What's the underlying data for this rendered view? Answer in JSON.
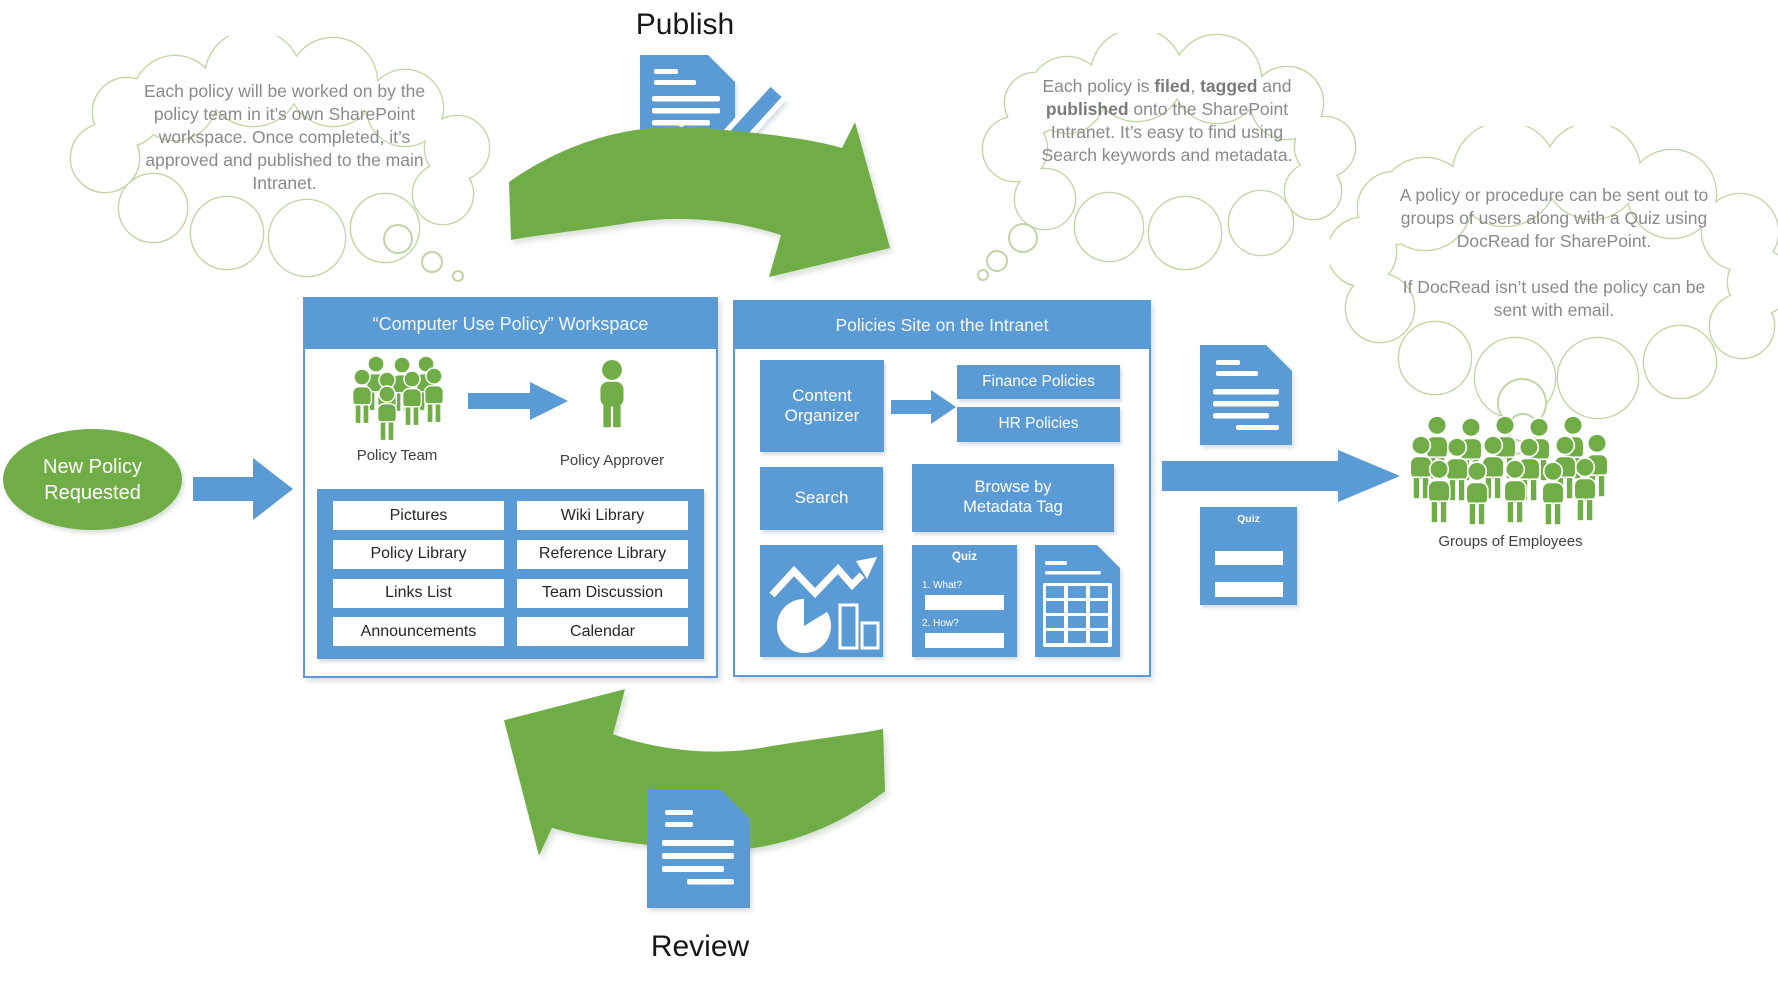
{
  "labels": {
    "publish": "Publish",
    "review": "Review"
  },
  "clouds": {
    "left": {
      "text": "Each policy will be worked on by the policy team in it’s own SharePoint workspace. Once completed, it’s approved and published to the main Intranet."
    },
    "right": {
      "p1": "Each policy is ",
      "b1": "filed",
      "p2": ", ",
      "b2": "tagged",
      "p3": " and ",
      "b3": "published",
      "p4": " onto the SharePoint Intranet. It’s easy to find using Search keywords and metadata."
    },
    "far_right": {
      "para1": "A policy or procedure can be sent out to groups of users along with a Quiz using DocRead for SharePoint.",
      "para2": "If DocRead isn’t used the policy can be sent with email."
    }
  },
  "start": {
    "label": "New Policy Requested"
  },
  "workspace": {
    "title": "“Computer Use Policy” Workspace",
    "policy_team_label": "Policy Team",
    "policy_approver_label": "Policy Approver",
    "lists": [
      "Pictures",
      "Wiki Library",
      "Policy Library",
      "Reference Library",
      "Links List",
      "Team Discussion",
      "Announcements",
      "Calendar"
    ]
  },
  "policies_site": {
    "title": "Policies Site on the Intranet",
    "content_organizer": "Content Organizer",
    "finance": "Finance Policies",
    "hr": "HR Policies",
    "search": "Search",
    "browse": "Browse by Metadata Tag",
    "quiz": {
      "title": "Quiz",
      "q1": "1. What?",
      "q2": "2. How?"
    }
  },
  "delivery": {
    "quiz_title": "Quiz",
    "employees_label": "Groups of Employees"
  },
  "colors": {
    "blue": "#5B9BD5",
    "green": "#70AD47",
    "cloud_outline": "#c0d4a4",
    "cloud_text": "#8a8a8a"
  }
}
